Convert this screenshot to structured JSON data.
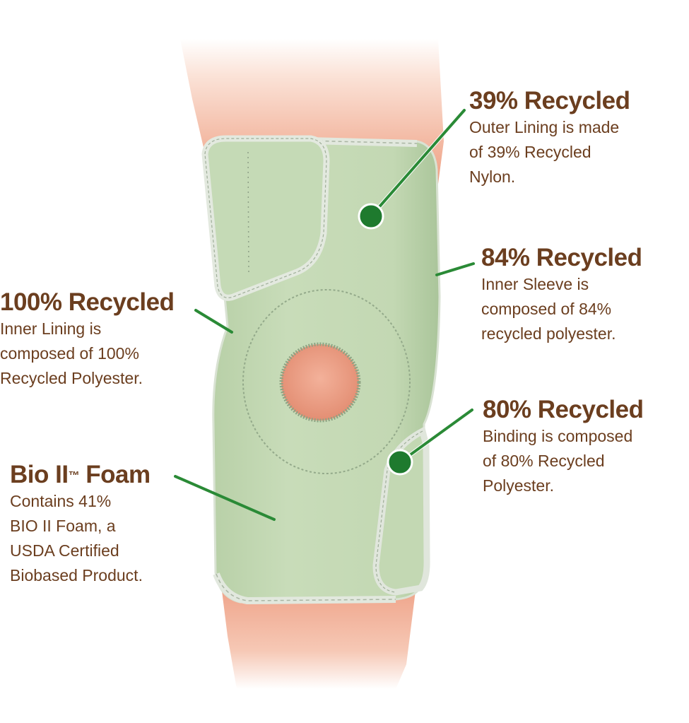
{
  "colors": {
    "text_brown": "#6b3e1f",
    "leader_green": "#2a8a36",
    "dot_green": "#1e7a2e",
    "brace_green": "#c3d9b4",
    "binding_gray": "#dfe5dc",
    "skin": "#f0a98e"
  },
  "callouts": [
    {
      "id": "outer-lining",
      "title": "39% Recycled",
      "lines": [
        "Outer Lining is made",
        "of 39% Recycled",
        "Nylon."
      ]
    },
    {
      "id": "inner-sleeve",
      "title": "84% Recycled",
      "lines": [
        "Inner Sleeve is",
        "composed of 84%",
        "recycled polyester."
      ]
    },
    {
      "id": "inner-lining",
      "title": "100% Recycled",
      "lines": [
        "Inner Lining is",
        "composed of 100%",
        "Recycled Polyester."
      ]
    },
    {
      "id": "binding",
      "title": "80% Recycled",
      "lines": [
        "Binding is composed",
        "of 80% Recycled",
        "Polyester."
      ]
    },
    {
      "id": "bio-foam",
      "title": "Bio II",
      "title_mark": "™",
      "title_suffix": " Foam",
      "lines": [
        "Contains 41%",
        "BIO II Foam, a",
        "USDA Certified",
        "Biobased Product."
      ]
    }
  ]
}
